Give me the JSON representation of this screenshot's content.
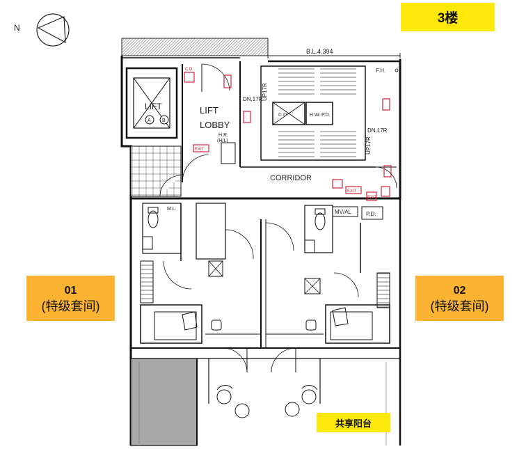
{
  "header": {
    "floor_label": "3楼",
    "compass_letter": "N"
  },
  "units": [
    {
      "number": "01",
      "type": "(特级套间)"
    },
    {
      "number": "02",
      "type": "(特级套间)"
    }
  ],
  "balcony_label": "共享阳台",
  "plan_labels": {
    "lift": "LIFT",
    "lift_a": "A",
    "lift_b": "B",
    "lift_lobby_1": "LIFT",
    "lift_lobby_2": "LOBBY",
    "hose_reel": "H.R.",
    "hose_reel_sub": "(H/L)",
    "corridor": "CORRIDOR",
    "dimension": "B.L.4.394",
    "fire_hydrant": "F.H.",
    "dn17r_1": "DN.17R",
    "up17r_1": "UP17R",
    "dn17r_2": "DN.17R",
    "up17r_2": "UP17R",
    "cd_1": "C.D.",
    "cd_2": "C.D.",
    "hw_pd": "H.W. P.D.",
    "ml": "M.L.",
    "mv_al": "MV/AL",
    "pd": "P.D.",
    "exit_1": "EXIT",
    "exit_2": "EXIT",
    "exit_3": "EXIT"
  },
  "colors": {
    "floor_badge": "#ffe90a",
    "unit_badge": "#fbb331",
    "balcony_badge": "#ffe90a",
    "fire_markers": "#d6213b",
    "walls": "#111111"
  }
}
